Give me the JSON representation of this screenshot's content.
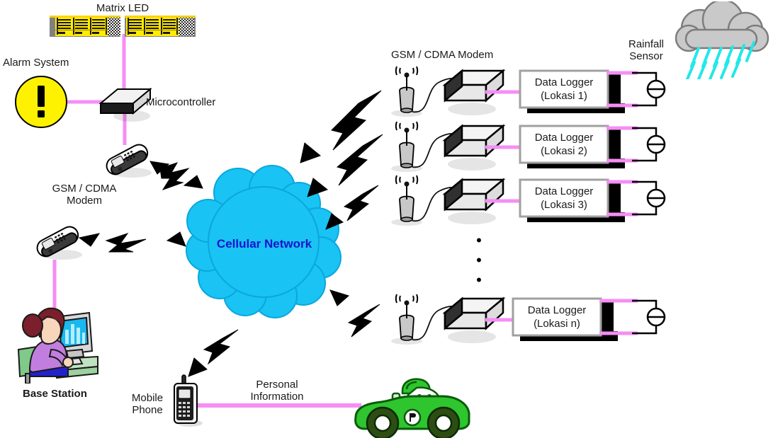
{
  "diagram": {
    "title": "Rainfall Monitoring Cellular Network Diagram",
    "background": "#ffffff",
    "colors": {
      "link_pink": "#f58ef5",
      "cloud_cyan": "#19c3f3",
      "cloud_text": "#1414d2",
      "alarm_yellow": "#fff200",
      "matrix_yellow": "#ffec00",
      "rain_cyan": "#22e8e8",
      "raincloud_gray": "#c9c9c9",
      "car_green": "#2ec52e",
      "bolt_black": "#000000",
      "logger_border": "#a0a0a0"
    }
  },
  "labels": {
    "matrix_led": "Matrix LED",
    "alarm_system": "Alarm System",
    "microcontroller": "Microcontroller",
    "gsm_modem_left": "GSM / CDMA\nModem",
    "gsm_modem_right": "GSM / CDMA Modem",
    "cellular_network": "Cellular Network",
    "base_station": "Base Station",
    "mobile_phone": "Mobile\nPhone",
    "personal_information": "Personal\nInformation",
    "rainfall_sensor": "Rainfall\nSensor",
    "alarm_glyph": "!",
    "vertical_ellipsis": "•"
  },
  "loggers": [
    {
      "line1": "Data Logger",
      "line2": "(Lokasi 1)"
    },
    {
      "line1": "Data Logger",
      "line2": "(Lokasi 2)"
    },
    {
      "line1": "Data Logger",
      "line2": "(Lokasi 3)"
    },
    {
      "line1": "Data Logger",
      "line2": "(Lokasi n)"
    }
  ],
  "icons": {
    "alarm": "alarm-circle-icon",
    "matrix_led": "matrix-led-panel-icon",
    "microcontroller": "microcontroller-box-icon",
    "phone": "cellphone-icon",
    "antenna": "antenna-tower-icon",
    "modem": "modem-box-icon",
    "sensor": "rain-gauge-sensor-icon",
    "raincloud": "rain-cloud-icon",
    "operator": "operator-at-computer-icon",
    "car": "green-car-icon",
    "mobile": "mobile-phone-icon",
    "bolt": "lightning-bolt-arrow-icon",
    "cloud": "cellular-network-cloud-icon"
  }
}
